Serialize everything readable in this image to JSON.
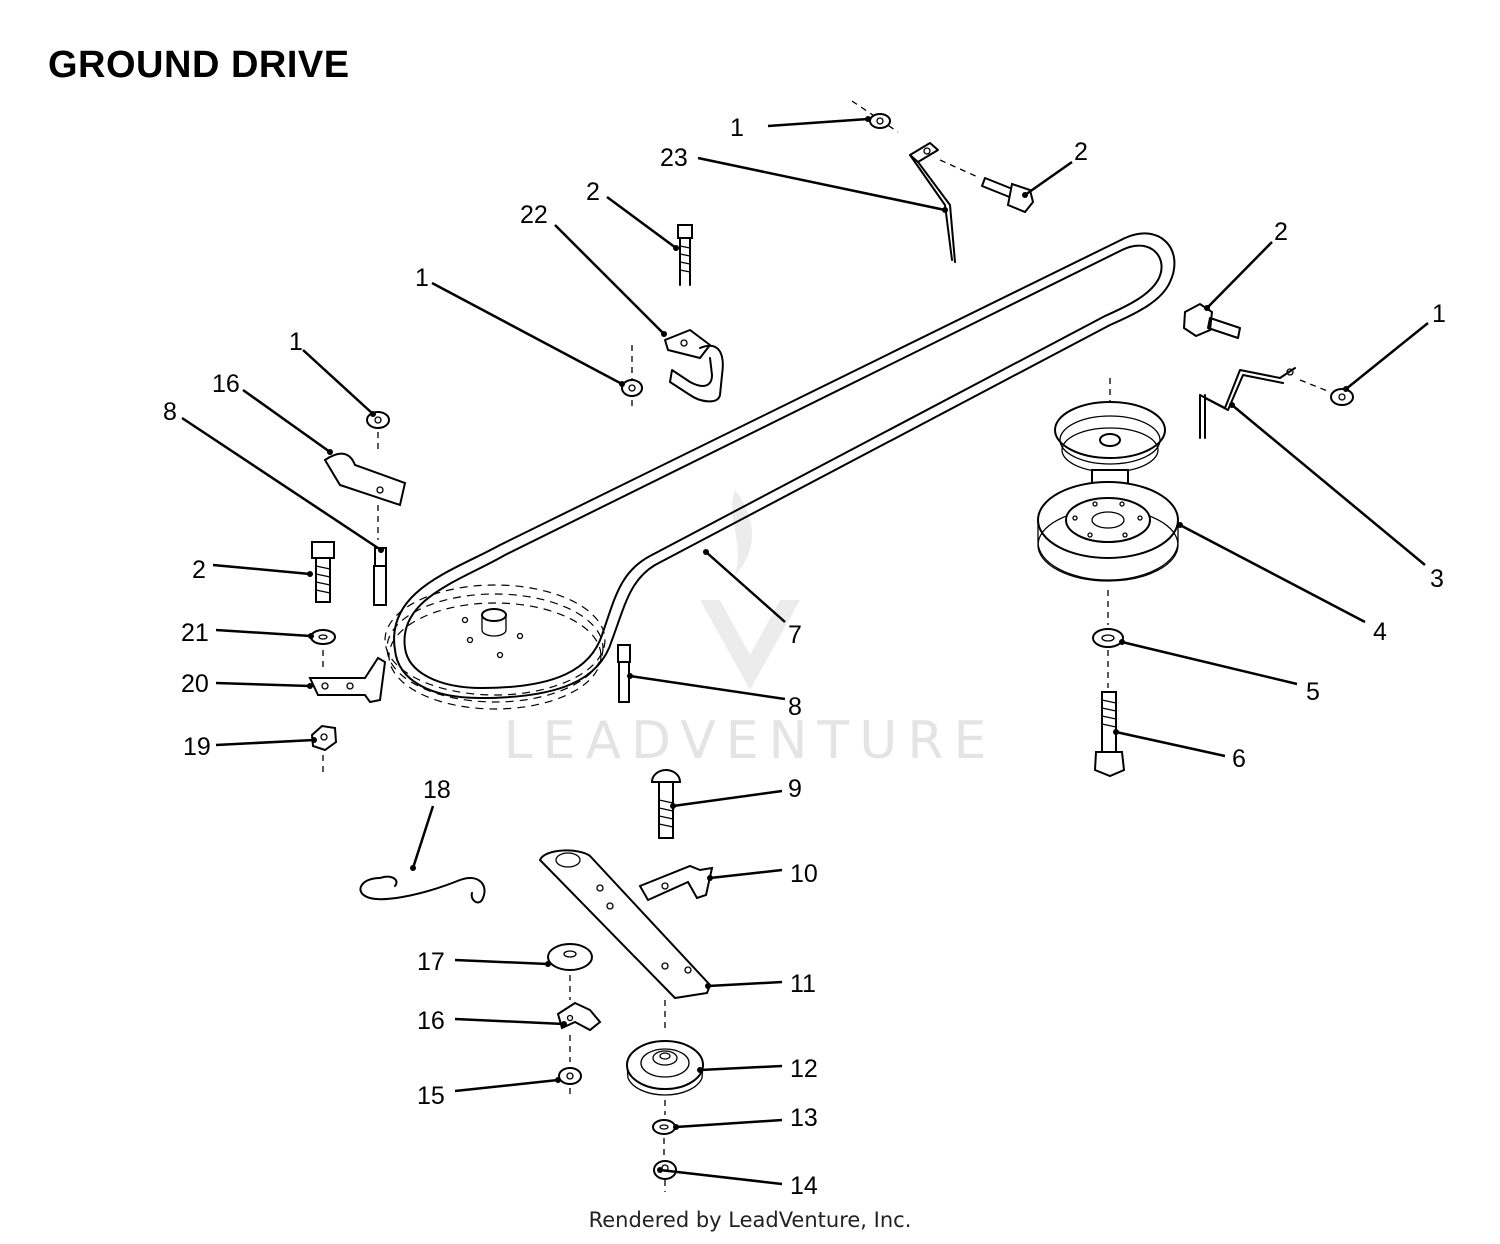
{
  "title": "GROUND DRIVE",
  "footer": "Rendered by LeadVenture, Inc.",
  "watermark": "LEADVENTURE",
  "callouts": [
    {
      "id": "c1a",
      "label": "1"
    },
    {
      "id": "c2a",
      "label": "2"
    },
    {
      "id": "c23",
      "label": "23"
    },
    {
      "id": "c2b",
      "label": "2"
    },
    {
      "id": "c22",
      "label": "22"
    },
    {
      "id": "c2c",
      "label": "2"
    },
    {
      "id": "c1b",
      "label": "1"
    },
    {
      "id": "c1c",
      "label": "1"
    },
    {
      "id": "c16a",
      "label": "16"
    },
    {
      "id": "c8a",
      "label": "8"
    },
    {
      "id": "c1d",
      "label": "1"
    },
    {
      "id": "c3",
      "label": "3"
    },
    {
      "id": "c4",
      "label": "4"
    },
    {
      "id": "c2d",
      "label": "2"
    },
    {
      "id": "c7",
      "label": "7"
    },
    {
      "id": "c21",
      "label": "21"
    },
    {
      "id": "c20",
      "label": "20"
    },
    {
      "id": "c8b",
      "label": "8"
    },
    {
      "id": "c5",
      "label": "5"
    },
    {
      "id": "c6",
      "label": "6"
    },
    {
      "id": "c19",
      "label": "19"
    },
    {
      "id": "c9",
      "label": "9"
    },
    {
      "id": "c18",
      "label": "18"
    },
    {
      "id": "c10",
      "label": "10"
    },
    {
      "id": "c11",
      "label": "11"
    },
    {
      "id": "c17",
      "label": "17"
    },
    {
      "id": "c16b",
      "label": "16"
    },
    {
      "id": "c12",
      "label": "12"
    },
    {
      "id": "c15",
      "label": "15"
    },
    {
      "id": "c13",
      "label": "13"
    },
    {
      "id": "c14",
      "label": "14"
    }
  ]
}
